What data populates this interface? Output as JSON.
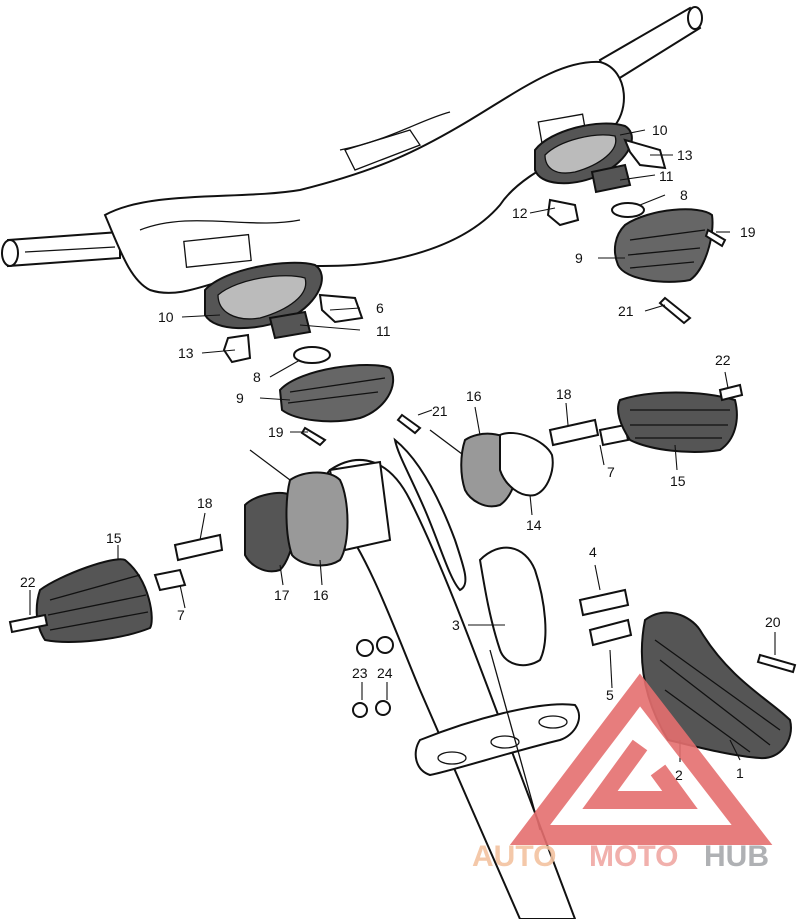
{
  "callouts": {
    "c1": "1",
    "c2": "2",
    "c3": "3",
    "c4": "4",
    "c5": "5",
    "c6": "6",
    "c7a": "7",
    "c7b": "7",
    "c8a": "8",
    "c8b": "8",
    "c9a": "9",
    "c9b": "9",
    "c10a": "10",
    "c10b": "10",
    "c11a": "11",
    "c11b": "11",
    "c12": "12",
    "c13a": "13",
    "c13b": "13",
    "c14": "14",
    "c15a": "15",
    "c15b": "15",
    "c16a": "16",
    "c16b": "16",
    "c17": "17",
    "c18a": "18",
    "c18b": "18",
    "c19a": "19",
    "c19b": "19",
    "c20": "20",
    "c21a": "21",
    "c21b": "21",
    "c22a": "22",
    "c22b": "22",
    "c23": "23",
    "c24": "24"
  },
  "watermark": {
    "part1": "AUTO",
    "part2": "MOTO",
    "part3": "HUB",
    "colors": {
      "auto": "#f3c3a0",
      "moto": "#f0a8a4",
      "hub": "#a7a9ac",
      "triangle": "#e56f6f"
    }
  }
}
